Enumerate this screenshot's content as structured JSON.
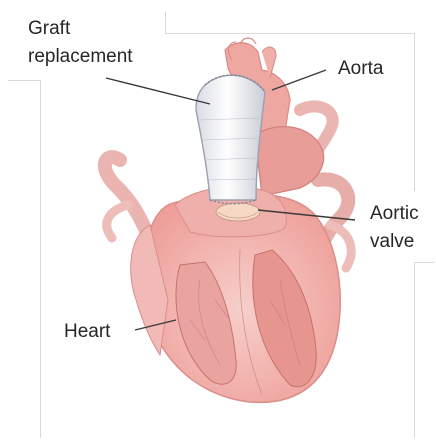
{
  "labels": {
    "graft_line1": "Graft",
    "graft_line2": "replacement",
    "aorta": "Aorta",
    "aortic_valve_line1": "Aortic",
    "aortic_valve_line2": "valve",
    "heart": "Heart"
  },
  "colors": {
    "label_text": "#262626",
    "leader_line": "#3a3a3a",
    "frame_line": "#d9d9d9",
    "heart_outer": "#f2b7b3",
    "heart_chamber": "#eea39e",
    "heart_muscle": "#e8928d",
    "heart_dark": "#c9706c",
    "graft": "#eef0f6",
    "graft_edge": "#9aa0ad",
    "valve": "#f5d9c4"
  }
}
